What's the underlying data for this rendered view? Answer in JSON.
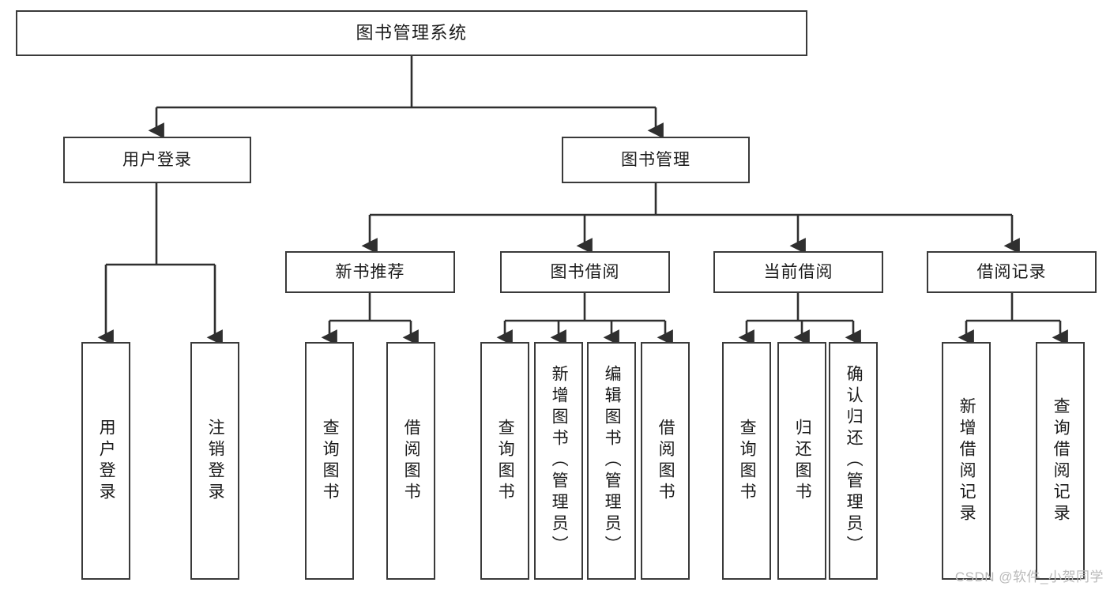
{
  "diagram": {
    "type": "tree",
    "title": "图书管理系统",
    "orientation": "top-down",
    "colors": {
      "box_border": "#3a3a3a",
      "box_fill": "#ffffff",
      "edge": "#2f2f2f",
      "text": "#1a1a1a",
      "background": "#ffffff",
      "watermark": "#b9b9b9"
    },
    "root": {
      "label": "图书管理系统"
    },
    "level2": [
      {
        "id": "user-login",
        "label": "用户登录"
      },
      {
        "id": "book-management",
        "label": "图书管理"
      }
    ],
    "level3": [
      {
        "id": "new-book-recommend",
        "label": "新书推荐",
        "parent": "book-management"
      },
      {
        "id": "book-borrow",
        "label": "图书借阅",
        "parent": "book-management"
      },
      {
        "id": "current-borrow",
        "label": "当前借阅",
        "parent": "book-management"
      },
      {
        "id": "borrow-record",
        "label": "借阅记录",
        "parent": "book-management"
      }
    ],
    "leaves": [
      {
        "id": "leaf-user-login",
        "label": "用户登录",
        "parent": "user-login"
      },
      {
        "id": "leaf-logout-login",
        "label": "注销登录",
        "parent": "user-login"
      },
      {
        "id": "leaf-query-book-1",
        "label": "查询图书",
        "parent": "new-book-recommend"
      },
      {
        "id": "leaf-borrow-book-1",
        "label": "借阅图书",
        "parent": "new-book-recommend"
      },
      {
        "id": "leaf-query-book-2",
        "label": "查询图书",
        "parent": "book-borrow"
      },
      {
        "id": "leaf-add-book",
        "label": "新增图书（管理员）",
        "parent": "book-borrow"
      },
      {
        "id": "leaf-edit-book",
        "label": "编辑图书（管理员）",
        "parent": "book-borrow"
      },
      {
        "id": "leaf-borrow-book-2",
        "label": "借阅图书",
        "parent": "book-borrow"
      },
      {
        "id": "leaf-query-book-3",
        "label": "查询图书",
        "parent": "current-borrow"
      },
      {
        "id": "leaf-return-book",
        "label": "归还图书",
        "parent": "current-borrow"
      },
      {
        "id": "leaf-confirm-return",
        "label": "确认归还（管理员）",
        "parent": "current-borrow"
      },
      {
        "id": "leaf-add-record",
        "label": "新增借阅记录",
        "parent": "borrow-record"
      },
      {
        "id": "leaf-query-record",
        "label": "查询借阅记录",
        "parent": "borrow-record"
      }
    ]
  },
  "watermark": {
    "text": "CSDN @软件_小贺同学"
  }
}
